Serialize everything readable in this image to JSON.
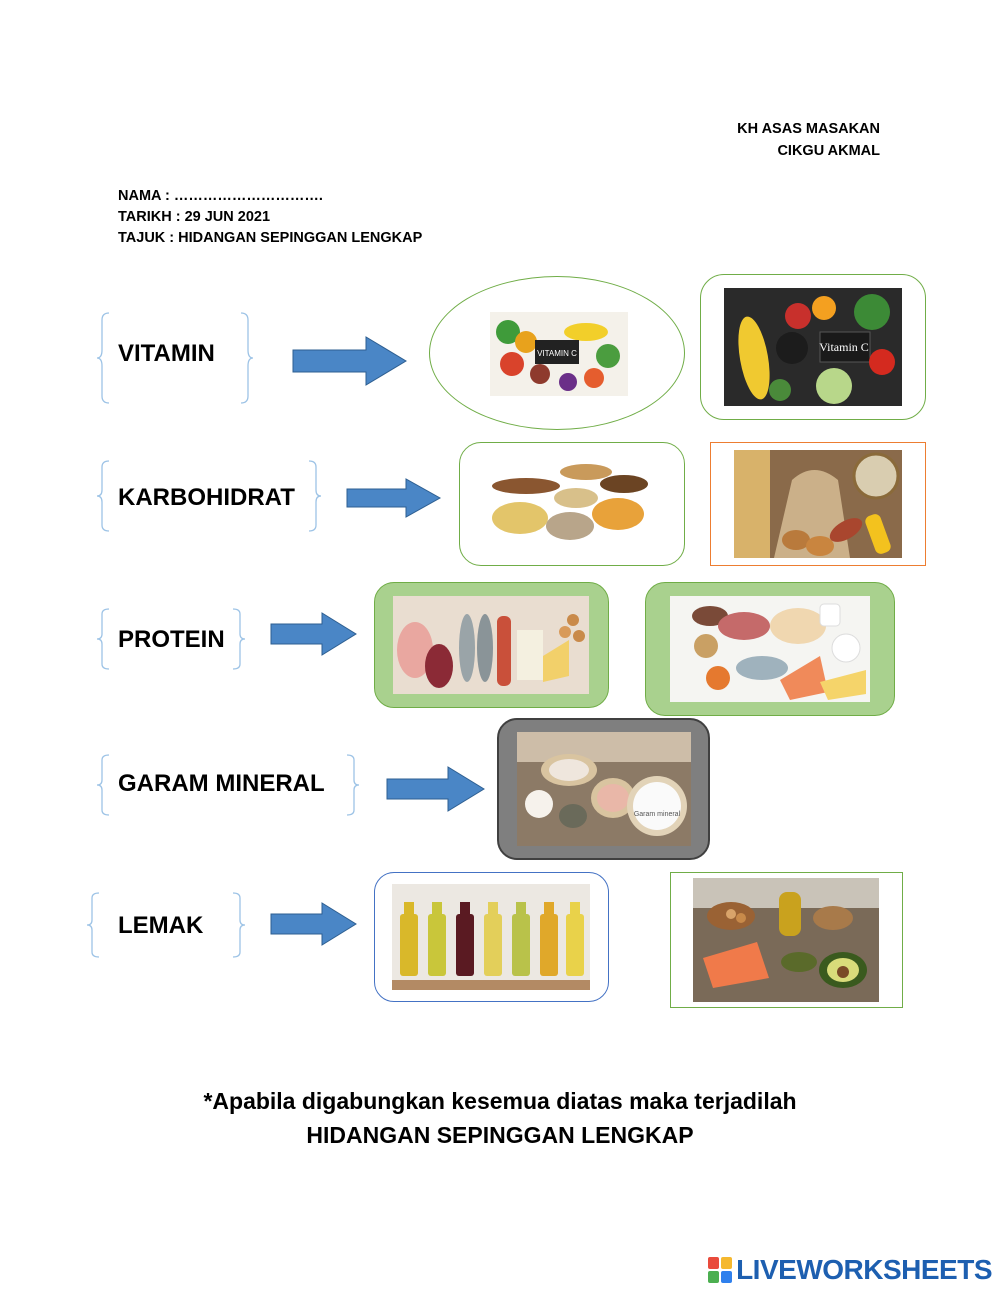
{
  "header_right": {
    "line1": "KH ASAS MASAKAN",
    "line2": "CIKGU AKMAL"
  },
  "header_left": {
    "nama": "NAMA : ………………………….",
    "tarikh": "TARIKH : 29 JUN 2021",
    "tajuk": "TAJUK : HIDANGAN SEPINGGAN LENGKAP"
  },
  "rows": [
    {
      "label": "VITAMIN",
      "image1_caption": "VITAMIN C",
      "image2_caption": "Vitamin C"
    },
    {
      "label": "KARBOHIDRAT"
    },
    {
      "label": "PROTEIN"
    },
    {
      "label": "GARAM MINERAL",
      "image1_caption": "Garam mineral"
    },
    {
      "label": "LEMAK"
    }
  ],
  "footer": {
    "line1": "*Apabila digabungkan kesemua diatas maka terjadilah",
    "line2": "HIDANGAN SEPINGGAN LENGKAP"
  },
  "brand": {
    "name": "LIVEWORKSHEETS",
    "accent": "#1d5fb0"
  },
  "colors": {
    "arrow": "#4a86c6",
    "frame_green": "#70ad47",
    "frame_orange": "#ed7d31",
    "frame_blue": "#4472c4",
    "frame_gray": "#595959",
    "fill_green": "#a9d18e"
  }
}
